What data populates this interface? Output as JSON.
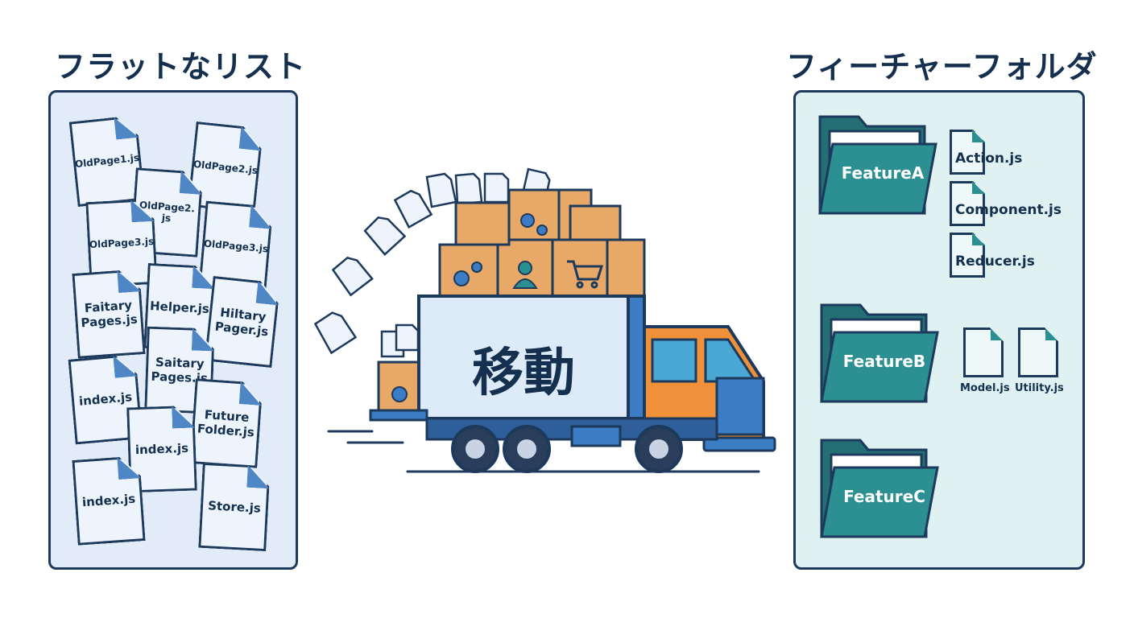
{
  "left_panel": {
    "title": "フラットなリスト",
    "files": [
      "OldPage1.js",
      "OldPage2.js",
      "OldPage2.\njs",
      "OldPage3.js",
      "OldPage3.js",
      "Faitary\nPages.js",
      "Helper.js",
      "Hiltary\nPager.js",
      "index.js",
      "Saitary\nPages.js",
      "Future\nFolder.js",
      "index.js",
      "index.js",
      "Store.js"
    ]
  },
  "center": {
    "truck_label": "移動",
    "icons": [
      "gear-icon",
      "person-icon",
      "cart-icon"
    ]
  },
  "right_panel": {
    "title": "フィーチャーフォルダ",
    "features": [
      {
        "name": "FeatureA",
        "files": [
          "Action.js",
          "Component.js",
          "Reducer.js"
        ]
      },
      {
        "name": "FeatureB",
        "files": [
          "Model.js",
          "Utility.js"
        ]
      },
      {
        "name": "FeatureC",
        "files": []
      }
    ]
  },
  "colors": {
    "navy": "#1d3a5c",
    "file_fill": "#eef4fc",
    "file_corner": "#4f86c6",
    "folder_teal": "#2c8f92",
    "folder_back": "#236f73",
    "box_orange": "#e8a868",
    "truck_cab": "#f0913a",
    "truck_blue": "#3b7cc4",
    "left_panel_bg": "#e2ecf8",
    "right_panel_bg": "#e0f1f1"
  }
}
